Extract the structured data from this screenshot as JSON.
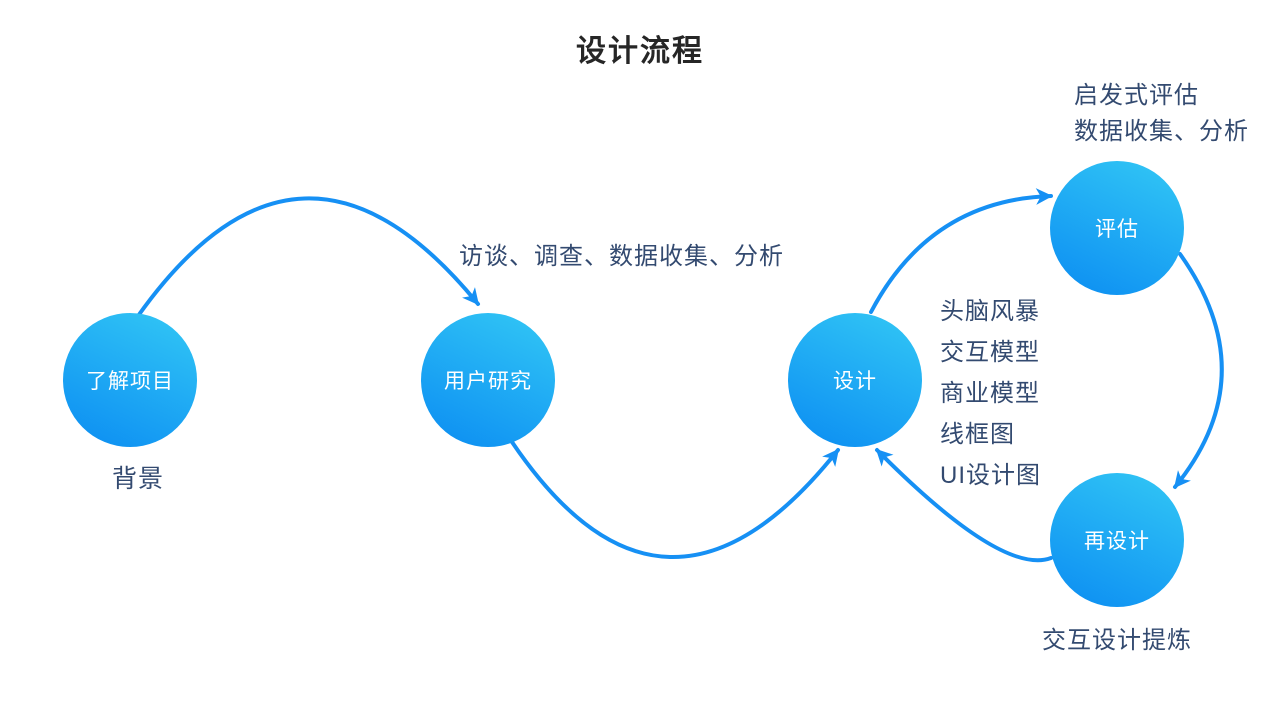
{
  "title": "设计流程",
  "nodes": {
    "understand": "了解项目",
    "research": "用户研究",
    "design": "设计",
    "evaluate": "评估",
    "redesign": "再设计"
  },
  "annotations": {
    "understand_note": "背景",
    "research_note": "访谈、调查、数据收集、分析",
    "design_notes": [
      "头脑风暴",
      "交互模型",
      "商业模型",
      "线框图",
      "UI设计图"
    ],
    "evaluate_notes": [
      "启发式评估",
      "数据收集、分析"
    ],
    "redesign_note": "交互设计提炼"
  },
  "colors": {
    "arrow_blue": "#1690F4",
    "circle_gradient_light": "#33C8F5",
    "circle_gradient_dark": "#0B8CF2",
    "annotation_navy": "#334A70",
    "title_color": "#262626",
    "node_text": "#FFFFFF",
    "background": "#FFFFFF"
  }
}
